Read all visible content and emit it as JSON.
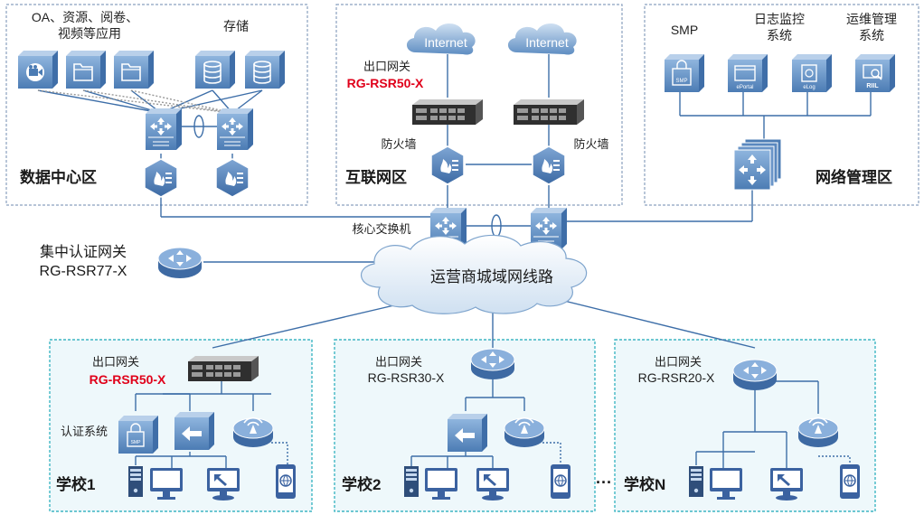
{
  "zones": {
    "datacenter": "数据中心区",
    "internet": "互联网区",
    "netmgmt": "网络管理区",
    "school1": "学校1",
    "school2": "学校2",
    "schoolN": "学校N"
  },
  "labels": {
    "apps_line1": "OA、资源、阅卷、",
    "apps_line2": "视频等应用",
    "storage": "存储",
    "internet_cloud": "Internet",
    "egress_gw": "出口网关",
    "rsr50": "RG-RSR50-X",
    "firewall": "防火墙",
    "core_switch": "核心交换机",
    "smp": "SMP",
    "log_line1": "日志监控",
    "log_line2": "系统",
    "ops_line1": "运维管理",
    "ops_line2": "系统",
    "auth_gw": "集中认证网关",
    "rsr77": "RG-RSR77-X",
    "metro": "运营商城域网线路",
    "auth_system": "认证系统",
    "rsr30": "RG-RSR30-X",
    "rsr20": "RG-RSR20-X",
    "ellipsis": "···"
  },
  "icon_text": {
    "smp": "SMP",
    "eportal": "ePortal",
    "elog": "eLog",
    "riil": "RIIL",
    "auth_smp": "SMP"
  },
  "colors": {
    "zone_border": "#7b93b5",
    "school_border": "#3fb6c3",
    "school_fill": "#eef8fb",
    "accent_red": "#e0001a",
    "device_blue": "#4f7bb1",
    "line_blue": "#3d6ea8"
  }
}
